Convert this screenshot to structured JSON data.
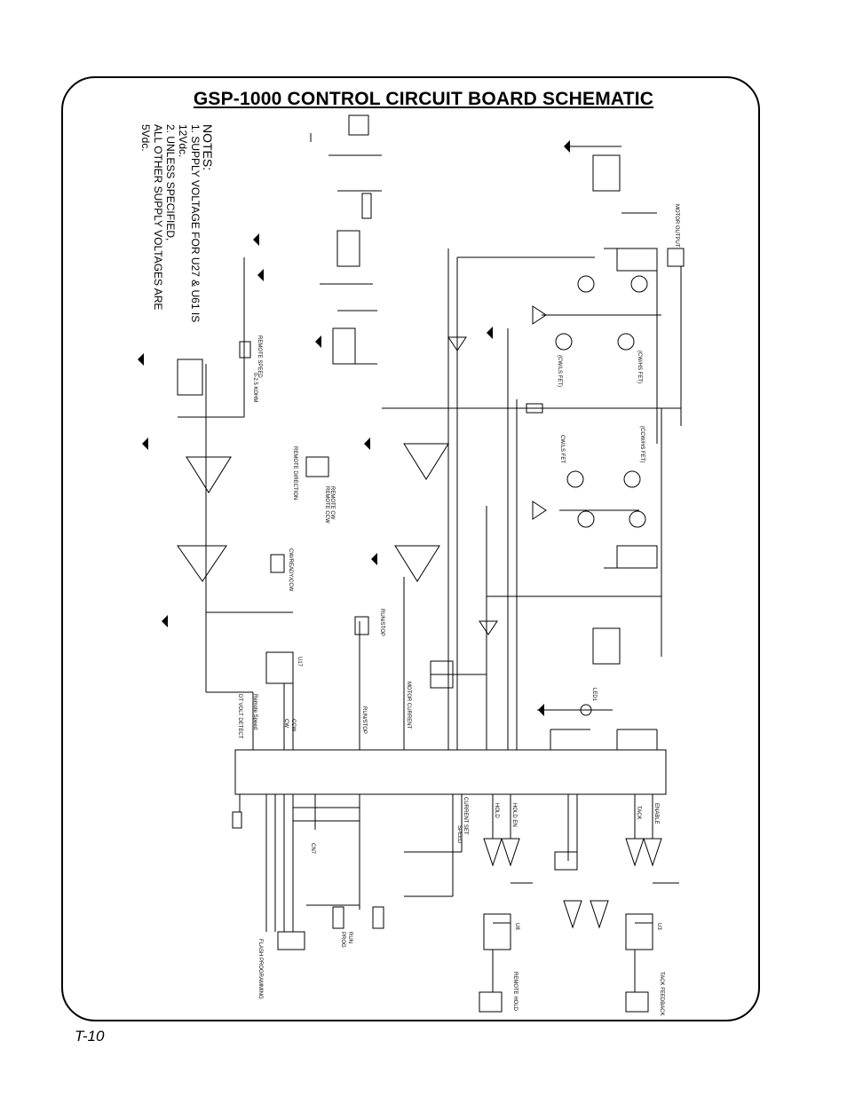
{
  "title": "GSP-1000 CONTROL CIRCUIT BOARD SCHEMATIC",
  "page_number": "T-10",
  "notes": {
    "heading": "NOTES:",
    "lines": [
      "1.  SUPPLY VOLTAGE FOR U27 & U61 IS 12Vdc.",
      "2.  UNLESS SPECIFIED,",
      "     ALL OTHER SUPPLY VOLTAGES ARE 5Vdc."
    ]
  },
  "labels": {
    "motor_output": "MOTOR OUTPUT",
    "remote_speed": "REMOTE SPEED",
    "remote_speed_range": "0-2.5 KOHM",
    "remote_direction": "REMOTE DIRECTION",
    "remote_cw": "REMOTE CW",
    "remote_ccw": "REMOTE CCW",
    "cw_ready_ccw": "CW/READY/CCW",
    "run_stop": "RUN/STOP",
    "motor_current": "MOTOR CURRENT",
    "remote_speed_sig": "Remote Speed",
    "overvolt_detect": "DT VOLT DETECT",
    "cwls_fet": "(CW/LS FET)",
    "ccwhs_fet": "(CW/HS FET)",
    "cwls_fet2": "CW/LS FET",
    "ccwhs_fet2": "(CCW/HS FET)",
    "flash_programming": "FLASH PROGRAMMING",
    "remote_hold": "REMOTE HOLD",
    "tack_feedback": "TACK FEEDBACK",
    "current_set": "CURRENT SET",
    "speed": "SPEED",
    "hold": "HOLD",
    "hold_en": "HOLD EN",
    "tack": "TACK",
    "enable": "ENABLE",
    "run": "RUN",
    "prog": "PROG",
    "u17": "U17",
    "u3": "U3",
    "u8": "U8",
    "led1": "LED1",
    "cn7": "CN7",
    "cw": "CW",
    "ccw": "CCW"
  }
}
